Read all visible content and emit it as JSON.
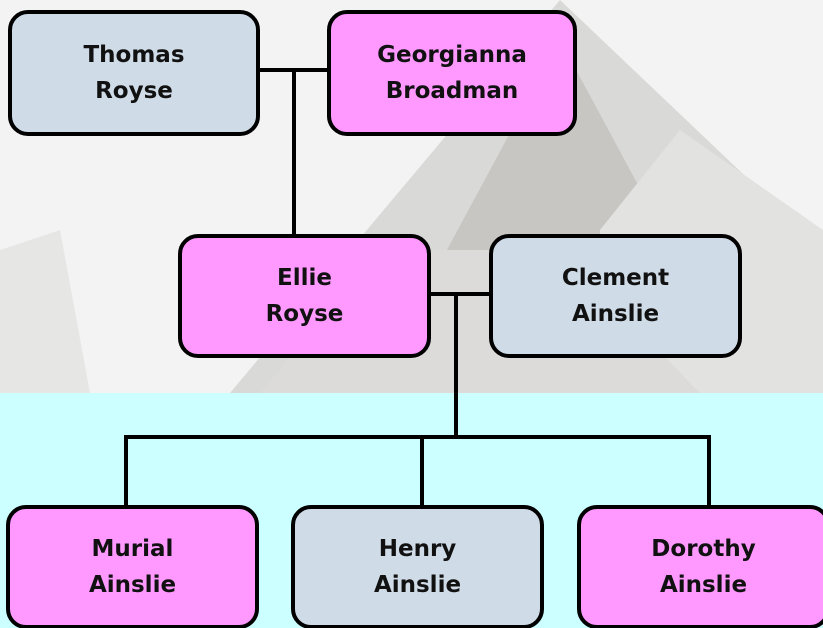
{
  "colors": {
    "female": "#ff99ff",
    "male": "#cfdbe6",
    "band": "#ccffff",
    "line": "#000000"
  },
  "people": {
    "thomas": {
      "first": "Thomas",
      "last": "Royse",
      "gender": "male"
    },
    "georgianna": {
      "first": "Georgianna",
      "last": "Broadman",
      "gender": "female"
    },
    "ellie": {
      "first": "Ellie",
      "last": "Royse",
      "gender": "female"
    },
    "clement": {
      "first": "Clement",
      "last": "Ainslie",
      "gender": "male"
    },
    "murial": {
      "first": "Murial",
      "last": "Ainslie",
      "gender": "female"
    },
    "henry": {
      "first": "Henry",
      "last": "Ainslie",
      "gender": "male"
    },
    "dorothy": {
      "first": "Dorothy",
      "last": "Ainslie",
      "gender": "female"
    }
  }
}
